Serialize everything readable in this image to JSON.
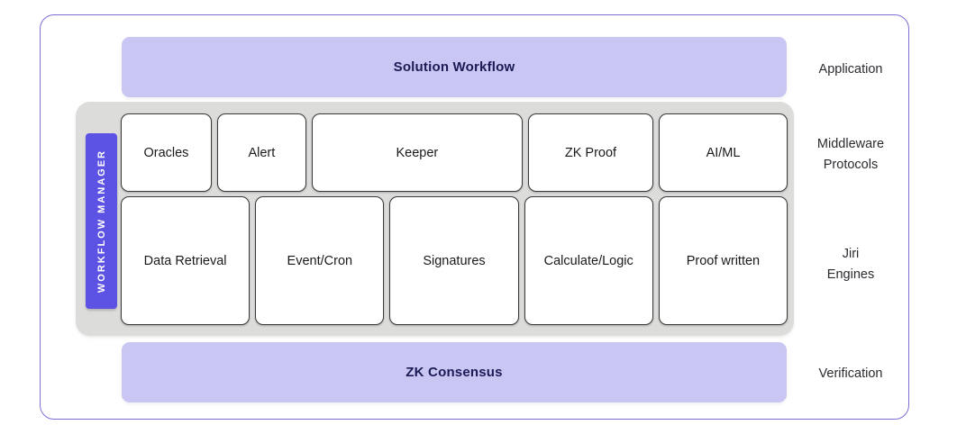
{
  "diagram": {
    "application_banner": {
      "label": "Solution Workflow"
    },
    "verification_banner": {
      "label": "ZK Consensus"
    },
    "workflow_manager": {
      "label": "WORKFLOW MANAGER"
    },
    "middleware_nodes": [
      "Oracles",
      "Alert",
      "Keeper",
      "ZK Proof",
      "AI/ML"
    ],
    "engine_nodes": [
      "Data Retrieval",
      "Event/Cron",
      "Signatures",
      "Calculate/Logic",
      "Proof written"
    ],
    "layer_labels": [
      {
        "lines": [
          "Application"
        ]
      },
      {
        "lines": [
          "Middleware",
          "Protocols"
        ]
      },
      {
        "lines": [
          "Jiri",
          "Engines"
        ]
      },
      {
        "lines": [
          "Verification"
        ]
      }
    ],
    "colors": {
      "outer_border": "#7a70d4",
      "banner_fill": "#c9c6f3",
      "banner_text": "#1b1b55",
      "panel_fill": "#dcdcda",
      "manager_fill": "#5c52e4",
      "manager_text": "#ffffff",
      "node_fill": "#ffffff",
      "node_border": "#3a3a3a",
      "node_text": "#1a1a1a",
      "layer_label_text": "#2b2b30"
    }
  }
}
